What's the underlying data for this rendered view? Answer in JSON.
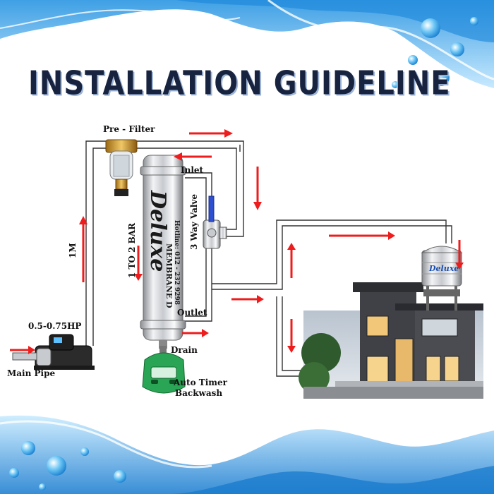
{
  "title": "INSTALLATION GUIDELINE",
  "labels": {
    "pre_filter": "Pre - Filter",
    "inlet": "Inlet",
    "outlet": "Outlet",
    "drain": "Drain",
    "three_way_valve": "3 Way Valve",
    "pressure": "1 TO 2 BAR",
    "height": "1M",
    "pump_power": "0.5-0.75HP",
    "main_pipe": "Main Pipe",
    "auto_timer_line1": "Auto Timer",
    "auto_timer_line2": "Backwash"
  },
  "membrane": {
    "brand": "Deluxe",
    "model": "MEMBRANE D",
    "hotline": "Hotline: 012 - 232 9298"
  },
  "tank": {
    "brand": "Deluxe"
  },
  "colors": {
    "arrow": "#ee1c1c",
    "pipe": "#333333",
    "water": "#3aa7e6",
    "title": "#17233f"
  }
}
